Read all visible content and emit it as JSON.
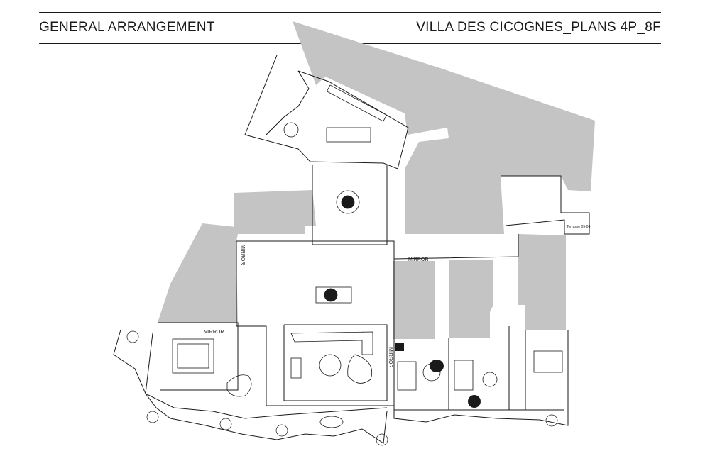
{
  "header": {
    "left_title": "GENERAL ARRANGEMENT",
    "right_title": "VILLA DES CICOGNES_PLANS 4P_8F"
  },
  "plan_labels": {
    "mirror_1": "MIRROR",
    "mirror_2": "MIRROR",
    "mirror_3": "MIRROR",
    "mirror_4": "MIRROR",
    "terrasse": "Terrasse 05-04"
  },
  "colors": {
    "wall_fill": "#c4c4c4",
    "line": "#1a1a1a"
  }
}
